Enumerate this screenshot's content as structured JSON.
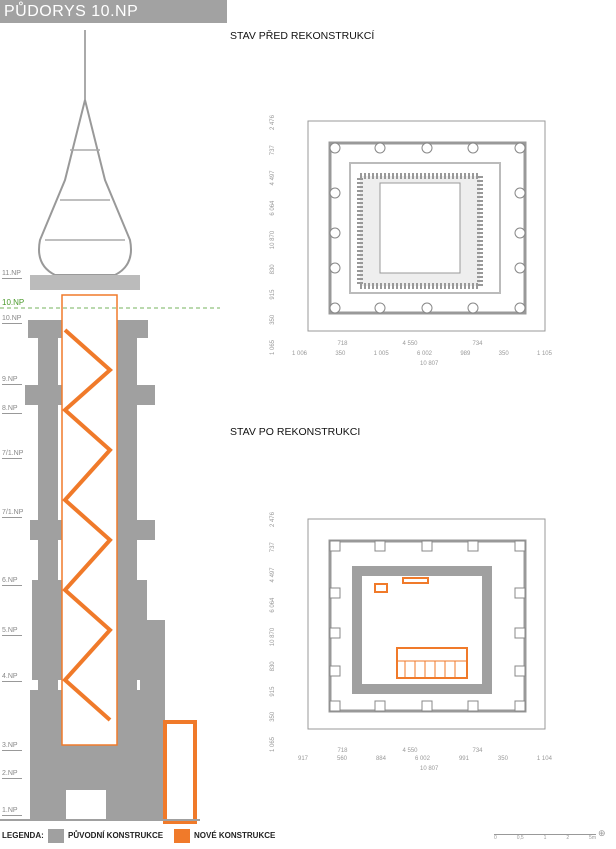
{
  "header": {
    "title": "PŮDORYS 10.NP"
  },
  "plans": [
    {
      "title": "STAV PŘED REKONSTRUKCÍ",
      "dims_h1": [
        "718",
        "4 550",
        "734"
      ],
      "dims_h2": [
        "1 006",
        "350",
        "1 005",
        "6 002",
        "989",
        "350",
        "1 105"
      ],
      "dims_total": "10 807",
      "dims_v": [
        "10 870",
        "6 064",
        "4 497",
        "2 476",
        "737",
        "830",
        "915",
        "350",
        "1 065"
      ]
    },
    {
      "title": "STAV PO REKONSTRUKCI",
      "dims_h1": [
        "718",
        "4 550",
        "734"
      ],
      "dims_h2": [
        "917",
        "560",
        "884",
        "6 002",
        "991",
        "350",
        "1 104"
      ],
      "dims_total": "10 807",
      "dims_v": [
        "10 870",
        "6 064",
        "4 497",
        "2 476",
        "737",
        "830",
        "915",
        "350",
        "1 065"
      ]
    }
  ],
  "floors": [
    "11.NP",
    "10.NP",
    "10.NP",
    "9.NP",
    "8.NP",
    "7/1.NP",
    "7/1.NP",
    "6.NP",
    "5.NP",
    "4.NP",
    "3.NP",
    "2.NP",
    "1.NP"
  ],
  "legend": {
    "label": "LEGENDA:",
    "original": "PŮVODNÍ KONSTRUKCE",
    "new": "NOVÉ KONSTRUKCE",
    "colors": {
      "original": "#a0a0a0",
      "new": "#f07a2a"
    }
  },
  "scale": {
    "ticks": [
      "0",
      "0,5",
      "1",
      "2",
      "5m"
    ]
  }
}
